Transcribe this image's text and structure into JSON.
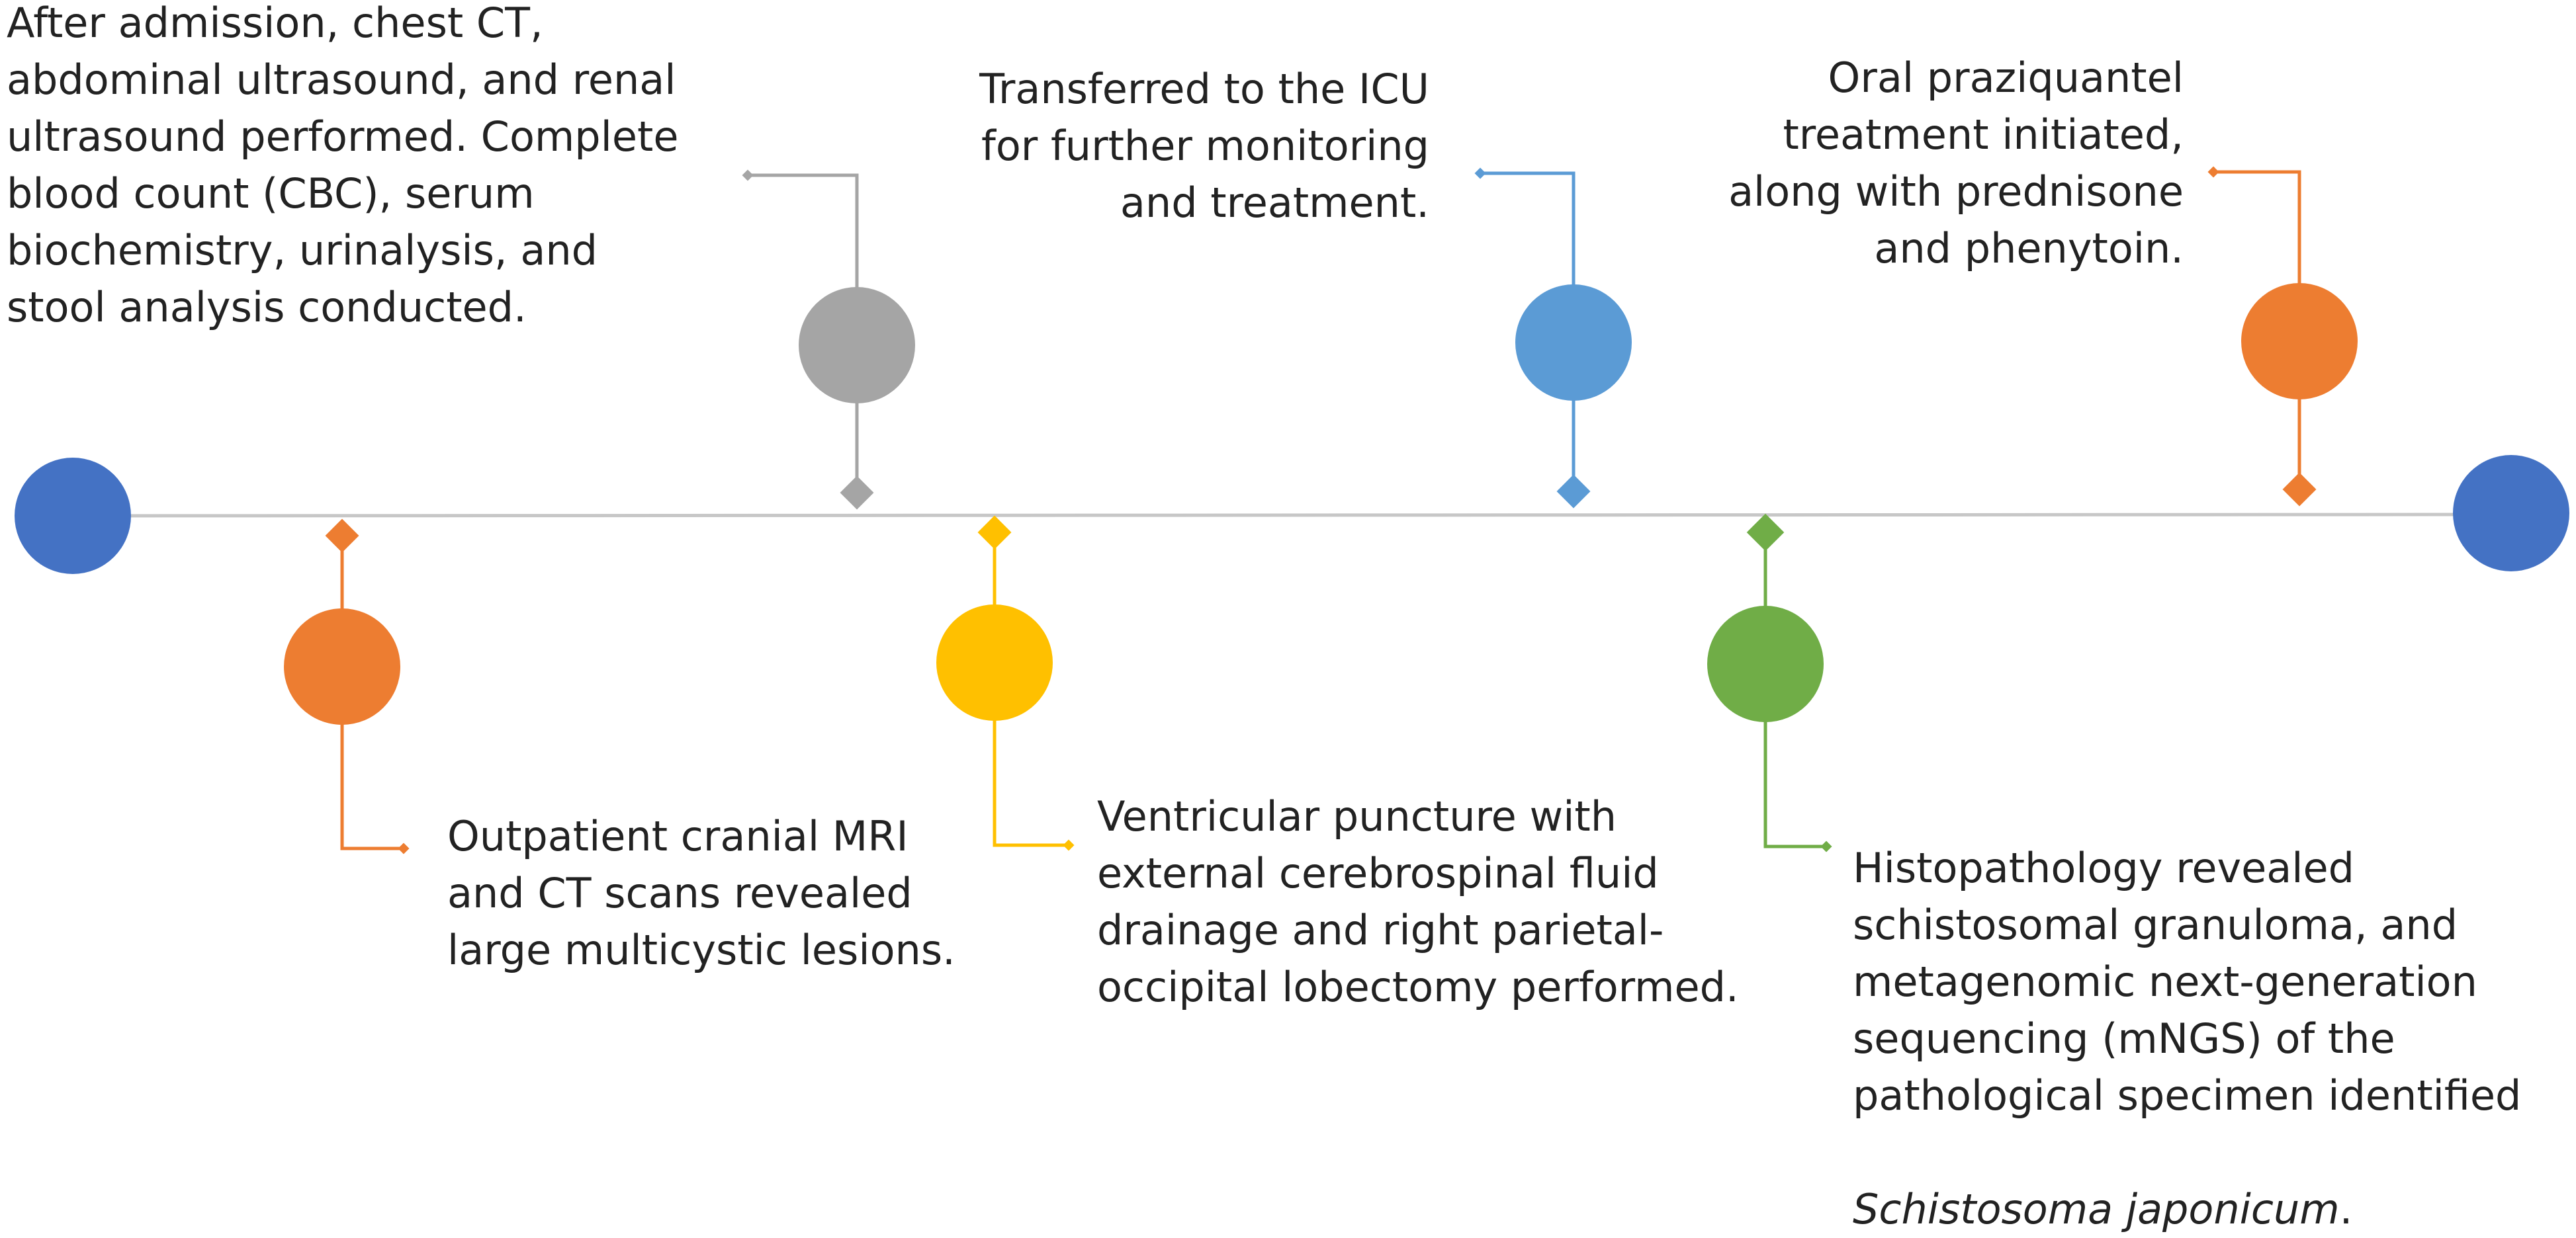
{
  "colors": {
    "axis": "#c7c7c7",
    "endpoint": "#4472c4",
    "orange": "#ed7d31",
    "gray": "#a5a5a5",
    "yellow": "#ffc000",
    "blue": "#5b9bd5",
    "green": "#70ad47"
  },
  "events": [
    {
      "id": "admission",
      "color": "gray",
      "text": "After admission, chest CT,\nabdominal ultrasound, and renal\nultrasound performed. Complete\nblood count (CBC), serum\nbiochemistry, urinalysis, and\nstool analysis conducted."
    },
    {
      "id": "icu",
      "color": "blue",
      "text": "Transferred to the ICU\nfor further monitoring\nand treatment."
    },
    {
      "id": "praziquantel",
      "color": "orange",
      "text": "Oral praziquantel\ntreatment initiated,\nalong with prednisone\nand phenytoin."
    },
    {
      "id": "mri",
      "color": "orange",
      "text": "Outpatient cranial MRI\nand CT scans revealed\nlarge multicystic lesions."
    },
    {
      "id": "puncture",
      "color": "yellow",
      "text": "Ventricular puncture with\nexternal cerebrospinal fluid\ndrainage and right parietal-\noccipital lobectomy performed."
    },
    {
      "id": "histopathology",
      "color": "green",
      "text": "Histopathology revealed\nschistosomal granuloma, and\nmetagenomic next-generation\nsequencing (mNGS) of the\npathological specimen identified",
      "italic_text": "Schistosoma japonicum",
      "trailing_text": "."
    }
  ]
}
